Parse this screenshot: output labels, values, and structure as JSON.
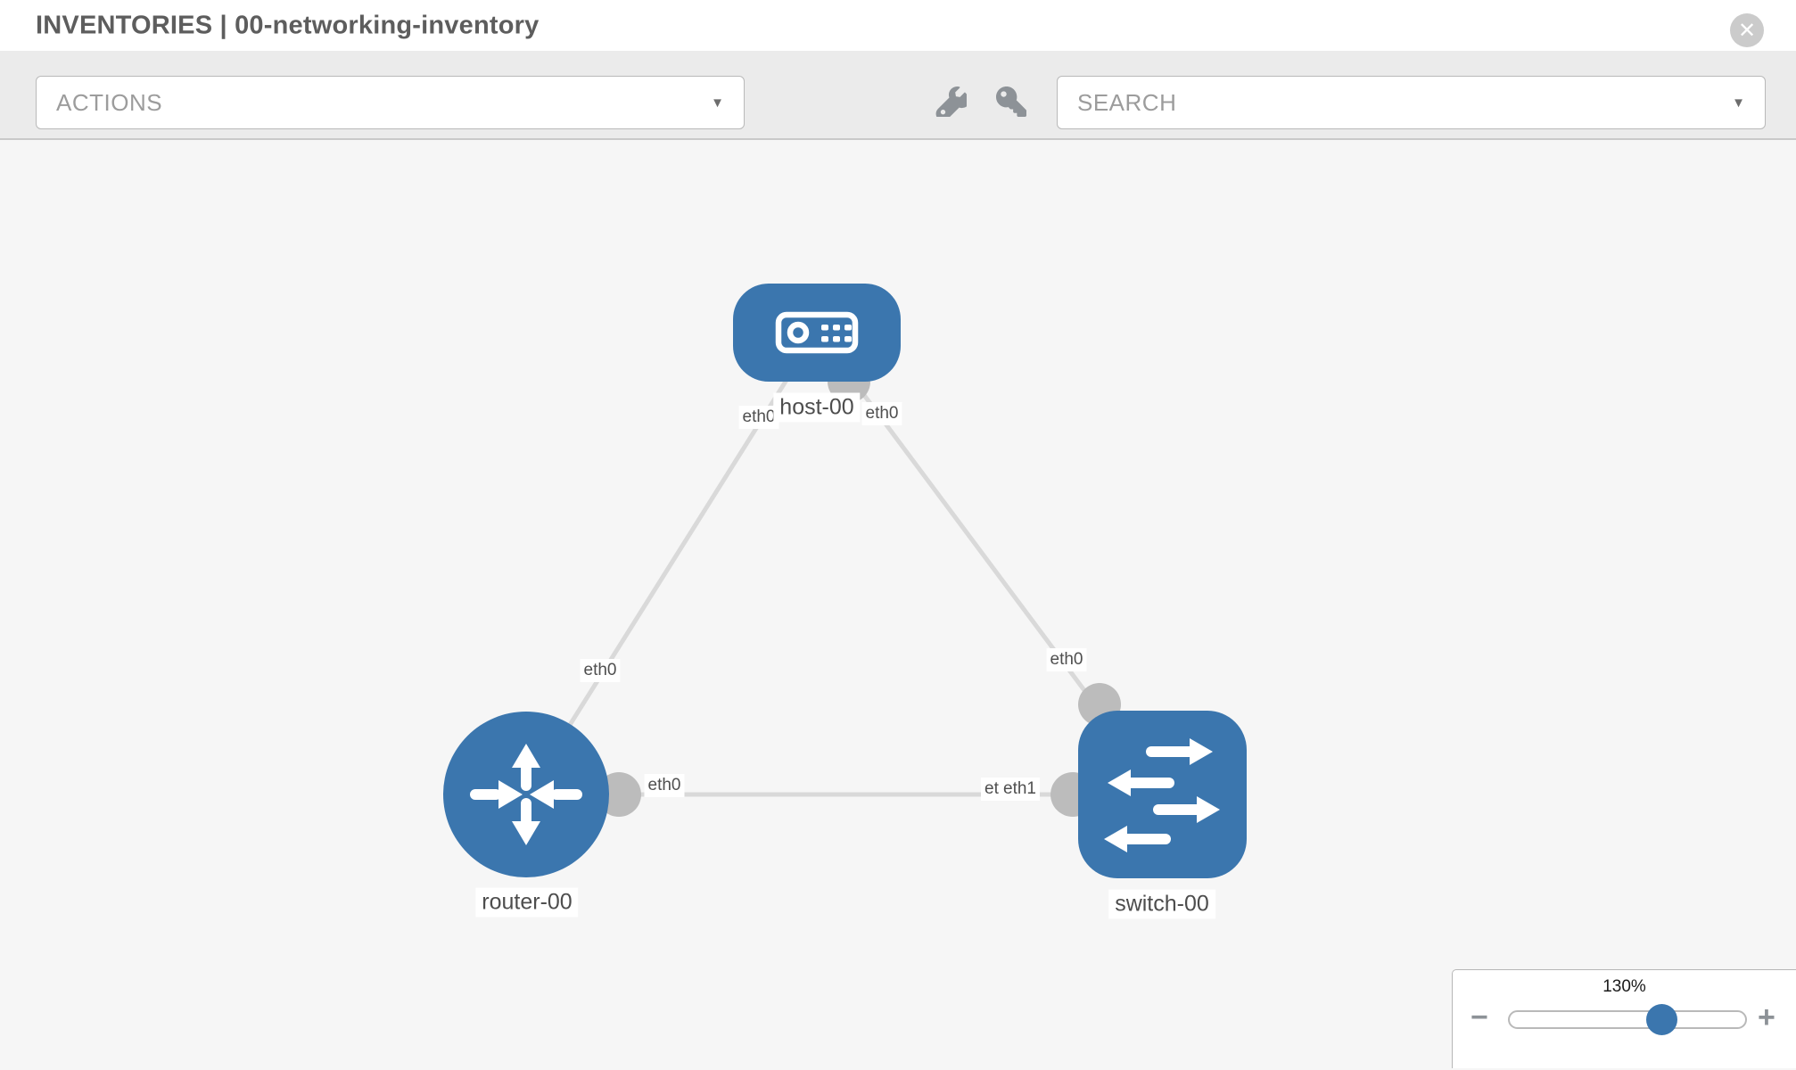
{
  "header": {
    "title": "INVENTORIES | 00-networking-inventory",
    "close_glyph": "✕"
  },
  "toolbar": {
    "actions_label": "ACTIONS",
    "search_placeholder": "SEARCH"
  },
  "topology": {
    "labels": {
      "host": "host-00",
      "router": "router-00",
      "switch": "switch-00",
      "host_left_if": "eth0",
      "host_right_if": "eth0",
      "router_top_if": "eth0",
      "switch_top_if": "eth0",
      "mid_left_if": "eth0",
      "mid_right_if_hidden": "eth0",
      "mid_right_if": "eth1"
    },
    "nodes": [
      {
        "id": "host-00",
        "type": "host"
      },
      {
        "id": "router-00",
        "type": "router"
      },
      {
        "id": "switch-00",
        "type": "switch"
      }
    ],
    "links": [
      {
        "from": "host-00",
        "from_interface": "eth0",
        "to": "router-00",
        "to_interface": "eth0"
      },
      {
        "from": "host-00",
        "from_interface": "eth0",
        "to": "switch-00",
        "to_interface": "eth0"
      },
      {
        "from": "router-00",
        "from_interface": "eth0",
        "to": "switch-00",
        "to_interface": "eth1"
      }
    ],
    "colors": {
      "node_fill": "#3b76ae",
      "link": "#d9d9d9",
      "connector": "#bcbcbc",
      "label_text": "#4d4d4d"
    }
  },
  "zoom_control": {
    "level": "130%",
    "minus_glyph": "−",
    "plus_glyph": "+"
  }
}
